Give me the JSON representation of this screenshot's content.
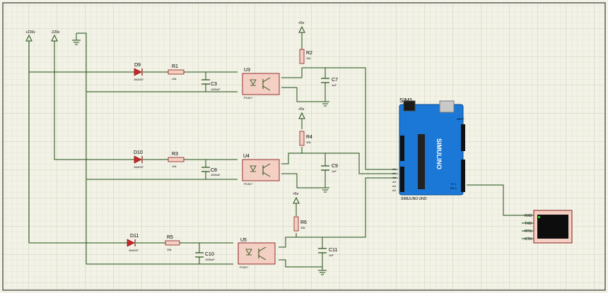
{
  "colors": {
    "sheet": "#f2f2e6",
    "grid": "#d6d6c4",
    "wire": "#1f4d14",
    "component_fill": "#f4cfc4",
    "component_stroke": "#8a1c1c",
    "board": "#1b78d6",
    "label": "#000000"
  },
  "power": {
    "v220a": "+220v",
    "v220b": "-220v",
    "vcc": "+5v"
  },
  "diodes": [
    {
      "ref": "D9",
      "value": "1N4007"
    },
    {
      "ref": "D10",
      "value": "1N4007"
    },
    {
      "ref": "D11",
      "value": "1N4007"
    }
  ],
  "resistors": [
    {
      "ref": "R1",
      "value": "10k"
    },
    {
      "ref": "R3",
      "value": "10k"
    },
    {
      "ref": "R5",
      "value": "10k"
    },
    {
      "ref": "R2",
      "value": "10k"
    },
    {
      "ref": "R4",
      "value": "10k"
    },
    {
      "ref": "R6",
      "value": "10k"
    }
  ],
  "capacitors": [
    {
      "ref": "C3",
      "value": "1000uF"
    },
    {
      "ref": "C8",
      "value": "1000uF"
    },
    {
      "ref": "C10",
      "value": "1000uF"
    },
    {
      "ref": "C7",
      "value": "1uF"
    },
    {
      "ref": "C9",
      "value": "1uF"
    },
    {
      "ref": "C11",
      "value": "1uF"
    }
  ],
  "optos": [
    {
      "ref": "U3",
      "part": "PC817"
    },
    {
      "ref": "U4",
      "part": "PC817"
    },
    {
      "ref": "U5",
      "part": "PC817"
    }
  ],
  "arduino": {
    "ref": "SIM1",
    "label": "SIMULINO UNO",
    "logo": "SIMULINO",
    "aref": "AREF",
    "pins_left": [
      "A0",
      "A1",
      "A2",
      "A3",
      "A4",
      "A5"
    ],
    "pins_right": [
      "TX 1",
      "RX 0"
    ]
  },
  "terminal": {
    "pins": [
      "RXD",
      "TXD",
      "RTS",
      "CTS"
    ]
  }
}
